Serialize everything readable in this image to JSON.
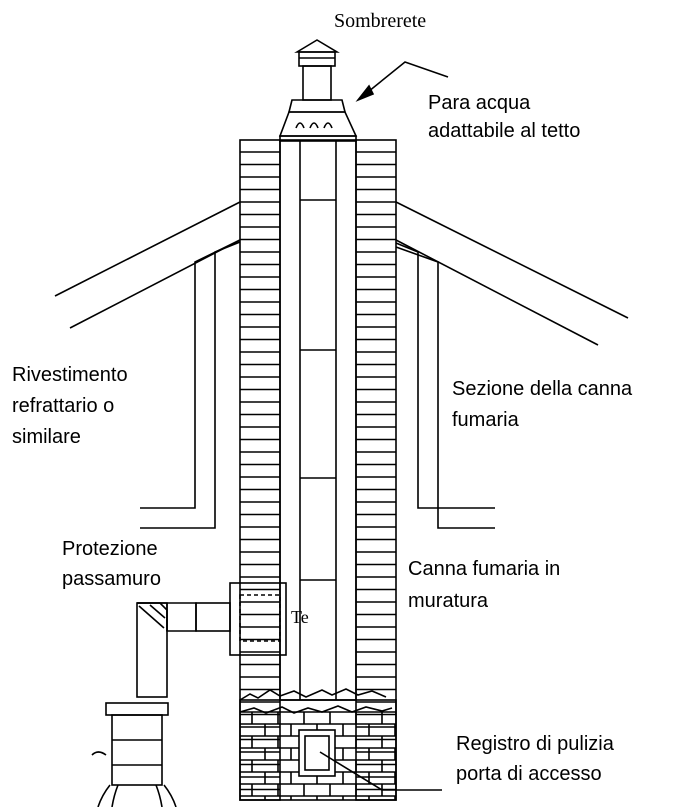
{
  "labels": {
    "sombrerete": "Sombrerete",
    "para_acqua_1": "Para acqua",
    "para_acqua_2": "adattabile al tetto",
    "rivestimento_1": "Rivestimento",
    "rivestimento_2": "refrattario o",
    "rivestimento_3": "similare",
    "sezione_1": "Sezione della canna",
    "sezione_2": "fumaria",
    "protezione_1": "Protezione",
    "protezione_2": "passamuro",
    "canna_1": "Canna fumaria in",
    "canna_2": "muratura",
    "te": "Te",
    "registro_1": "Registro di pulizia",
    "registro_2": "porta di accesso"
  },
  "colors": {
    "line": "#000000",
    "background": "#ffffff"
  }
}
